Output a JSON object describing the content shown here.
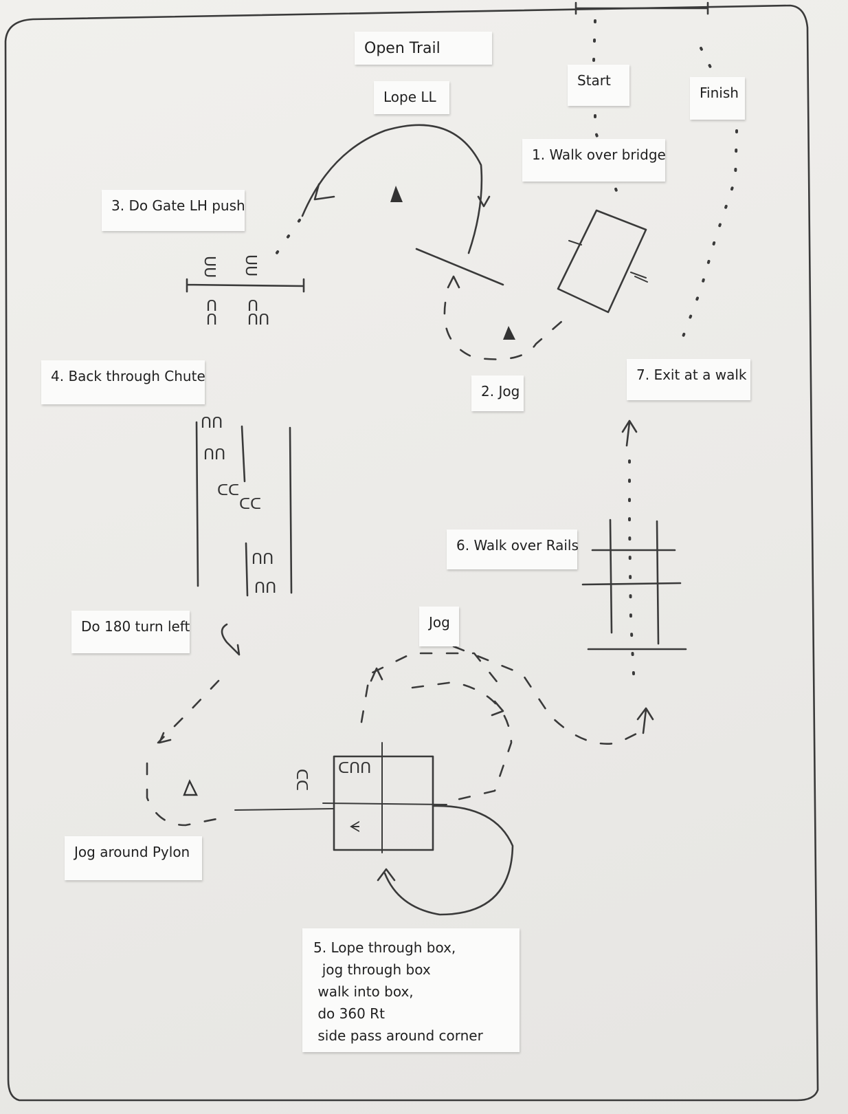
{
  "labels": {
    "open_trail": "Open Trail",
    "lope_ll": "Lope LL",
    "start": "Start",
    "finish": "Finish",
    "walk_bridge": "1. Walk over bridge",
    "gate": "3. Do Gate LH push",
    "chute": "4. Back through Chute",
    "jog2": "2.  Jog",
    "exit": "7. Exit at a walk",
    "rails": "6.  Walk over Rails",
    "turn180": "Do 180 turn left",
    "jog": "Jog",
    "pylon": "Jog around Pylon",
    "box": "5. Lope through box,\n  jog through box\n walk into box,\n do 360 Rt\n side pass around corner"
  },
  "icons": {
    "pylon": "triangle-pylon-icon",
    "hoofprint": "hoofprint-icon",
    "arrow": "arrowhead-icon"
  },
  "colors": {
    "paper": "#efeeeb",
    "pencil": "#3a3a3a",
    "label_bg": "#fbfbfa"
  }
}
